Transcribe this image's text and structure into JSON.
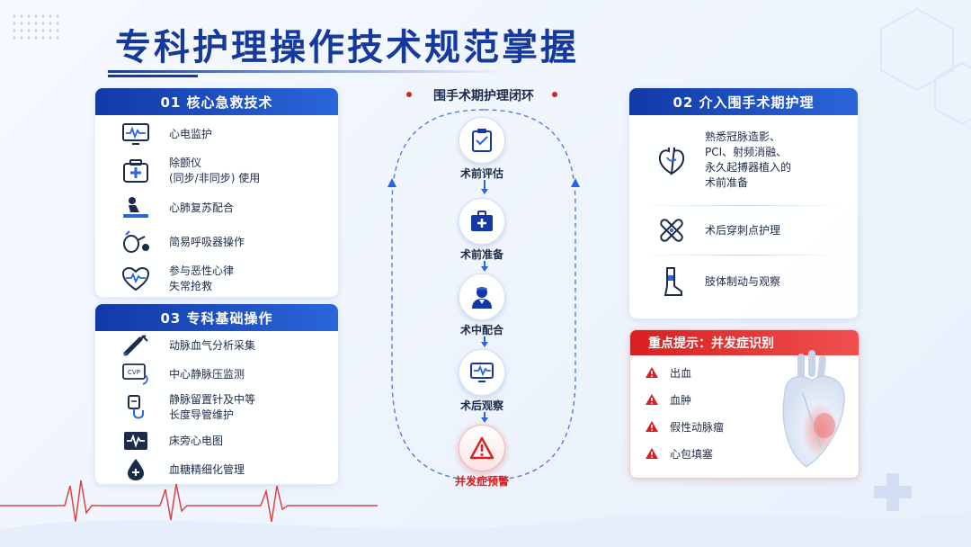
{
  "title": "专科护理操作技术规范掌握",
  "left_top": {
    "header": "01  核心急救技术",
    "items": [
      {
        "icon": "ecg-monitor-icon",
        "label": "心电监护"
      },
      {
        "icon": "defibrillator-icon",
        "label": "除颤仪\n(同步/非同步) 使用"
      },
      {
        "icon": "cpr-icon",
        "label": "心肺复苏配合"
      },
      {
        "icon": "resuscitator-bag-icon",
        "label": "简易呼吸器操作"
      },
      {
        "icon": "heartbeat-icon",
        "label": "参与恶性心律\n失常抢救"
      }
    ]
  },
  "left_bottom": {
    "header": "03  专科基础操作",
    "items": [
      {
        "icon": "syringe-icon",
        "label": "动脉血气分析采集"
      },
      {
        "icon": "cvp-monitor-icon",
        "label": "中心静脉压监测",
        "icon_text": "CVP"
      },
      {
        "icon": "iv-catheter-icon",
        "label": "静脉留置针及中等\n长度导管维护"
      },
      {
        "icon": "bedside-ecg-icon",
        "label": "床旁心电图"
      },
      {
        "icon": "blood-drop-icon",
        "label": "血糖精细化管理"
      }
    ]
  },
  "flow": {
    "title": "围手术期护理闭环",
    "steps": [
      {
        "icon": "clipboard-icon",
        "label": "术前评估"
      },
      {
        "icon": "medical-kit-icon",
        "label": "术前准备"
      },
      {
        "icon": "doctor-icon",
        "label": "术中配合"
      },
      {
        "icon": "monitor-icon",
        "label": "术后观察"
      },
      {
        "icon": "warning-icon",
        "label": "并发症预警"
      }
    ]
  },
  "right_top": {
    "header": "02  介入围手术期护理",
    "items": [
      {
        "icon": "heart-icon",
        "label": "熟悉冠脉造影、\nPCI、射频消融、\n永久起搏器植入的\n术前准备"
      },
      {
        "icon": "bandage-icon",
        "label": "术后穿刺点护理"
      },
      {
        "icon": "leg-icon",
        "label": "肢体制动与观察"
      }
    ]
  },
  "warning": {
    "header": "重点提示：并发症识别",
    "items": [
      "出血",
      "血肿",
      "假性动脉瘤",
      "心包填塞"
    ]
  },
  "colors": {
    "primary": "#1239a6",
    "accent": "#2a66d9",
    "alert": "#d91f1f"
  }
}
